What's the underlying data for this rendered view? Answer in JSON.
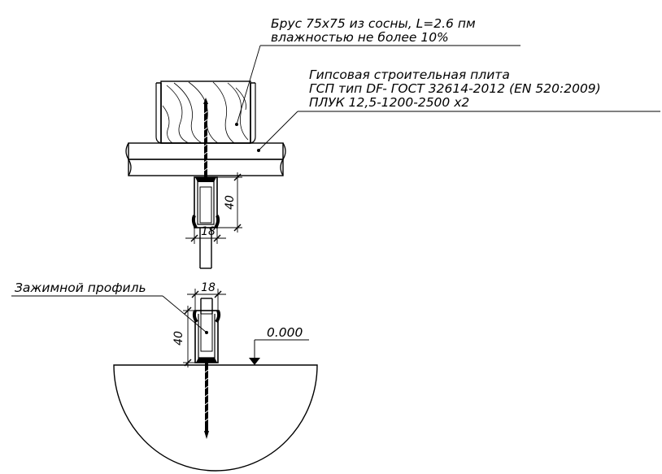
{
  "labels": {
    "beam_line1": "Брус 75х75 из сосны, L=2.6 пм",
    "beam_line2": "влажностью не более 10%",
    "board_line1": "Гипсовая строительная плита",
    "board_line2": "ГСП тип DF- ГОСТ 32614-2012 (EN 520:2009)",
    "board_line3": "ПЛУК 12,5-1200-2500 х2",
    "clamp_profile": "Зажимной профиль",
    "level_mark": "0.000"
  },
  "dimensions": {
    "upper_profile_height": "40",
    "upper_profile_width": "18",
    "lower_profile_width": "18",
    "lower_profile_height": "40"
  }
}
